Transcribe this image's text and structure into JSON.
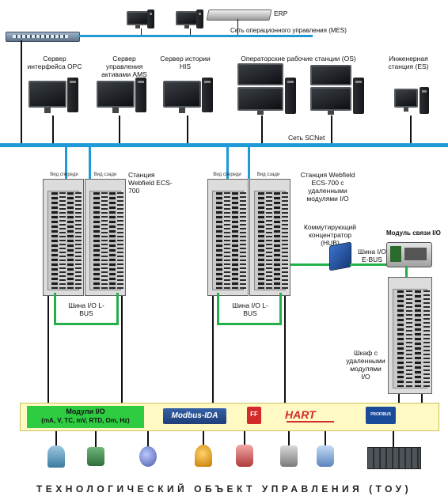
{
  "top": {
    "erp_label": "ERP",
    "mes_label": "Сеть операционного управления (MES)"
  },
  "servers": [
    {
      "label": "Сервер интерфейса OPC"
    },
    {
      "label": "Сервер управления активами AMS"
    },
    {
      "label": "Сервер истории HIS"
    },
    {
      "label": "Операторские рабочие станции (OS)"
    },
    {
      "label": "Инженерная станция (ES)"
    }
  ],
  "network": {
    "scnet_label": "Сеть SCNet"
  },
  "station1": {
    "view_front": "Вид спереди",
    "view_back": "Вид сзади",
    "title": "Станция Webfield ECS-700",
    "bus_label": "Шина I/O L-BUS"
  },
  "station2": {
    "view_front": "Вид спереди",
    "view_back": "Вид сзади",
    "title": "Станция Webfield ECS-700 с удаленными модулями I/O",
    "bus_label": "Шина I/O L-BUS"
  },
  "hub_label": "Коммутирующий концентратор (HUB)",
  "comm_module_label": "Модуль связи I/O",
  "ebus_label": "Шина I/O E-BUS",
  "remote_cab_label": "Шкаф с удаленными модулями I/O",
  "io_bar": {
    "modules_line1": "Модули I/O",
    "modules_line2": "(mA, V, TC, mV, RTD, Om, Hz)",
    "logos": [
      "Modbus-IDA",
      "FF",
      "HART",
      "PROFIBUS"
    ]
  },
  "footer": "ТЕХНОЛОГИЧЕСКИЙ ОБЪЕКТ УПРАВЛЕНИЯ (ТОУ)",
  "colors": {
    "bus": "#1e9ad6",
    "ebus": "#22b04b",
    "io_bar": "#fff9c4",
    "modules_bg": "#2ecc40"
  }
}
